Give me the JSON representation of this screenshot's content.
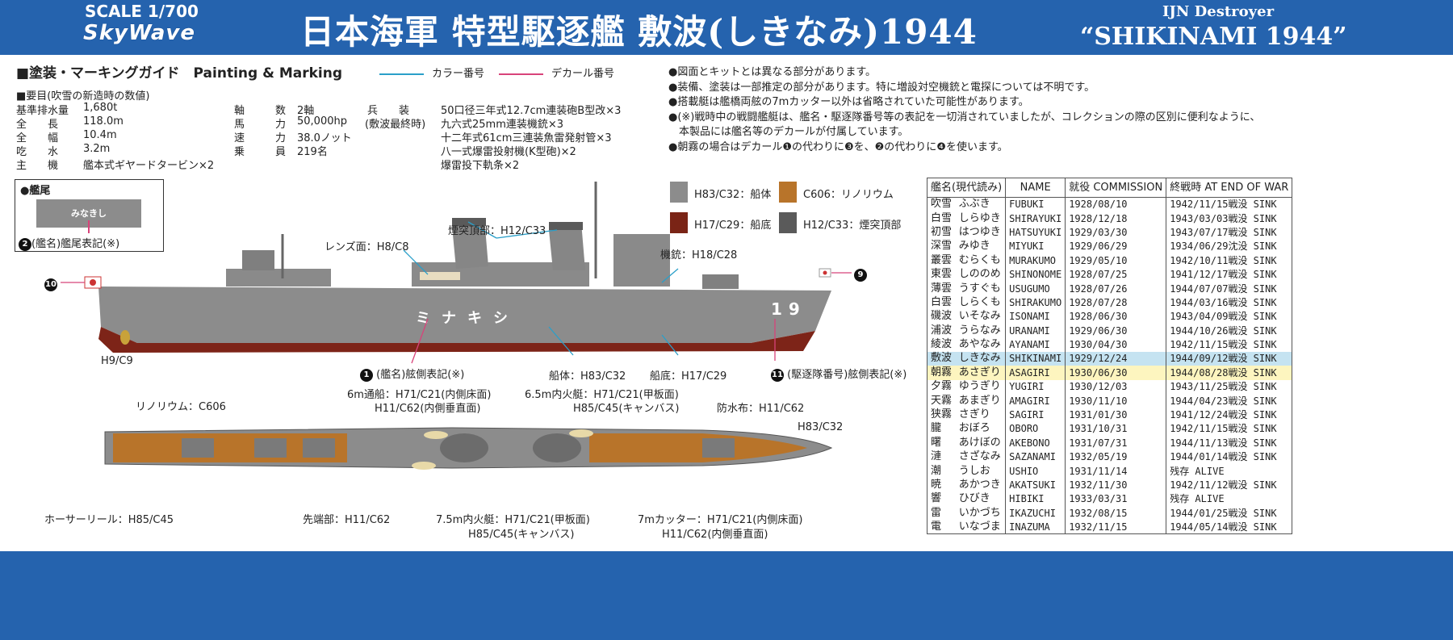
{
  "header": {
    "scale": "SCALE 1/700",
    "brand": "SkyWave",
    "title": "日本海軍 特型駆逐艦 敷波(しきなみ)1944",
    "subtitle_en": "IJN Destroyer",
    "subtitle_name": "“SHIKINAMI 1944”"
  },
  "guide": {
    "heading": "■塗装・マーキングガイド　Painting & Marking",
    "legend_color": "カラー番号",
    "legend_decal": "デカール番号",
    "color_line": "#2a9fc9",
    "decal_line": "#d8437a"
  },
  "specs": {
    "heading": "■要目(吹雪の新造時の数値)",
    "col1": [
      {
        "label": "基準排水量",
        "value": "1,680t"
      },
      {
        "label": "全　　長",
        "value": "118.0m"
      },
      {
        "label": "全　　幅",
        "value": "10.4m"
      },
      {
        "label": "吃　　水",
        "value": "3.2m"
      },
      {
        "label": "主　　機",
        "value": "艦本式ギヤードタービン×2"
      }
    ],
    "col2": [
      {
        "label": "軸　　数",
        "value": "2軸"
      },
      {
        "label": "馬　　力",
        "value": "50,000hp"
      },
      {
        "label": "速　　力",
        "value": "38.0ノット"
      },
      {
        "label": "乗　　員",
        "value": "219名"
      }
    ],
    "arms_label": "兵　　装",
    "arms_note": "(敷波最終時)",
    "arms": [
      "50口径三年式12.7cm連装砲B型改×3",
      "九六式25mm連装機銃×3",
      "十二年式61cm三連装魚雷発射管×3",
      "八一式爆雷投射機(K型砲)×2",
      "爆雷投下軌条×2"
    ]
  },
  "notes": [
    "●図面とキットとは異なる部分があります。",
    "●装備、塗装は一部推定の部分があります。特に増設対空機銃と電探については不明です。",
    "●搭載艇は艦橋両舷の7mカッター以外は省略されていた可能性があります。",
    "●(※)戦時中の戦闘艦艇は、艦名・駆逐隊番号等の表記を一切消されていましたが、コレクションの際の区別に便利なように、",
    "　本製品には艦名等のデカールが付属しています。",
    "●朝霧の場合はデカール❶の代わりに❸を、❷の代わりに❹を使います。"
  ],
  "stern": {
    "title": "●艦尾",
    "plate": "みなきし",
    "caption": "(艦名)艦尾表記(※)",
    "badge": "2"
  },
  "paints": [
    {
      "code": "H83/C32：船体",
      "color": "#8c8c8c"
    },
    {
      "code": "C606：リノリウム",
      "color": "#b8742a"
    },
    {
      "code": "H17/C29：船底",
      "color": "#7a2416"
    },
    {
      "code": "H12/C33：煙突頂部",
      "color": "#5a5a5a"
    }
  ],
  "side": {
    "hull_name": "ミナキシ",
    "hull_number": "19",
    "callouts": {
      "lens": "レンズ面：H8/C8",
      "funnel": "煙突頂部：H12/C33",
      "mg": "機銃：H18/C28",
      "prop": "H9/C9",
      "name_decal": "(艦名)舷側表記(※)",
      "hull": "船体：H83/C32",
      "bottom": "船底：H17/C29",
      "number_decal": "(駆逐隊番号)舷側表記(※)"
    },
    "badges": {
      "name": "1",
      "number": "11",
      "flag_bow": "9",
      "flag_stern": "10"
    }
  },
  "top": {
    "callouts": {
      "linoleum": "リノリウム：C606",
      "boat6a": "6m通船：H71/C21(内側床面)",
      "boat6b": "H11/C62(内側垂直面)",
      "boat65a": "6.5m内火艇：H71/C21(甲板面)",
      "boat65b": "H85/C45(キャンバス)",
      "canvas": "防水布：H11/C62",
      "hull": "H83/C32",
      "reel": "ホーサーリール：H85/C45",
      "tip": "先端部：H11/C62",
      "boat75a": "7.5m内火艇：H71/C21(甲板面)",
      "boat75b": "H85/C45(キャンバス)",
      "cuttera": "7mカッター：H71/C21(内側床面)",
      "cutterb": "H11/C62(内側垂直面)"
    }
  },
  "table": {
    "headers": [
      "艦名(現代読み)",
      "NAME",
      "就役 COMMISSION",
      "終戦時 AT END OF WAR"
    ],
    "rows": [
      [
        "吹雪",
        "ふぶき",
        "FUBUKI",
        "1928/08/10",
        "1942/11/15戦没 SINK"
      ],
      [
        "白雪",
        "しらゆき",
        "SHIRAYUKI",
        "1928/12/18",
        "1943/03/03戦没 SINK"
      ],
      [
        "初雪",
        "はつゆき",
        "HATSUYUKI",
        "1929/03/30",
        "1943/07/17戦没 SINK"
      ],
      [
        "深雪",
        "みゆき",
        "MIYUKI",
        "1929/06/29",
        "1934/06/29沈没 SINK"
      ],
      [
        "叢雲",
        "むらくも",
        "MURAKUMO",
        "1929/05/10",
        "1942/10/11戦没 SINK"
      ],
      [
        "東雲",
        "しののめ",
        "SHINONOME",
        "1928/07/25",
        "1941/12/17戦没 SINK"
      ],
      [
        "薄雲",
        "うすぐも",
        "USUGUMO",
        "1928/07/26",
        "1944/07/07戦没 SINK"
      ],
      [
        "白雲",
        "しらくも",
        "SHIRAKUMO",
        "1928/07/28",
        "1944/03/16戦没 SINK"
      ],
      [
        "磯波",
        "いそなみ",
        "ISONAMI",
        "1928/06/30",
        "1943/04/09戦没 SINK"
      ],
      [
        "浦波",
        "うらなみ",
        "URANAMI",
        "1929/06/30",
        "1944/10/26戦没 SINK"
      ],
      [
        "綾波",
        "あやなみ",
        "AYANAMI",
        "1930/04/30",
        "1942/11/15戦没 SINK"
      ],
      [
        "敷波",
        "しきなみ",
        "SHIKINAMI",
        "1929/12/24",
        "1944/09/12戦没 SINK"
      ],
      [
        "朝霧",
        "あさぎり",
        "ASAGIRI",
        "1930/06/30",
        "1944/08/28戦没 SINK"
      ],
      [
        "夕霧",
        "ゆうぎり",
        "YUGIRI",
        "1930/12/03",
        "1943/11/25戦没 SINK"
      ],
      [
        "天霧",
        "あまぎり",
        "AMAGIRI",
        "1930/11/10",
        "1944/04/23戦没 SINK"
      ],
      [
        "狭霧",
        "さぎり",
        "SAGIRI",
        "1931/01/30",
        "1941/12/24戦没 SINK"
      ],
      [
        "朧",
        "おぼろ",
        "OBORO",
        "1931/10/31",
        "1942/11/15戦没 SINK"
      ],
      [
        "曙",
        "あけぼの",
        "AKEBONO",
        "1931/07/31",
        "1944/11/13戦没 SINK"
      ],
      [
        "漣",
        "さざなみ",
        "SAZANAMI",
        "1932/05/19",
        "1944/01/14戦没 SINK"
      ],
      [
        "潮",
        "うしお",
        "USHIO",
        "1931/11/14",
        "残存 ALIVE"
      ],
      [
        "暁",
        "あかつき",
        "AKATSUKI",
        "1932/11/30",
        "1942/11/12戦没 SINK"
      ],
      [
        "響",
        "ひびき",
        "HIBIKI",
        "1933/03/31",
        "残存 ALIVE"
      ],
      [
        "雷",
        "いかづち",
        "IKAZUCHI",
        "1932/08/15",
        "1944/01/25戦没 SINK"
      ],
      [
        "電",
        "いなづま",
        "INAZUMA",
        "1932/11/15",
        "1944/05/14戦没 SINK"
      ]
    ],
    "highlight_blue": 11,
    "highlight_yellow": 12
  }
}
